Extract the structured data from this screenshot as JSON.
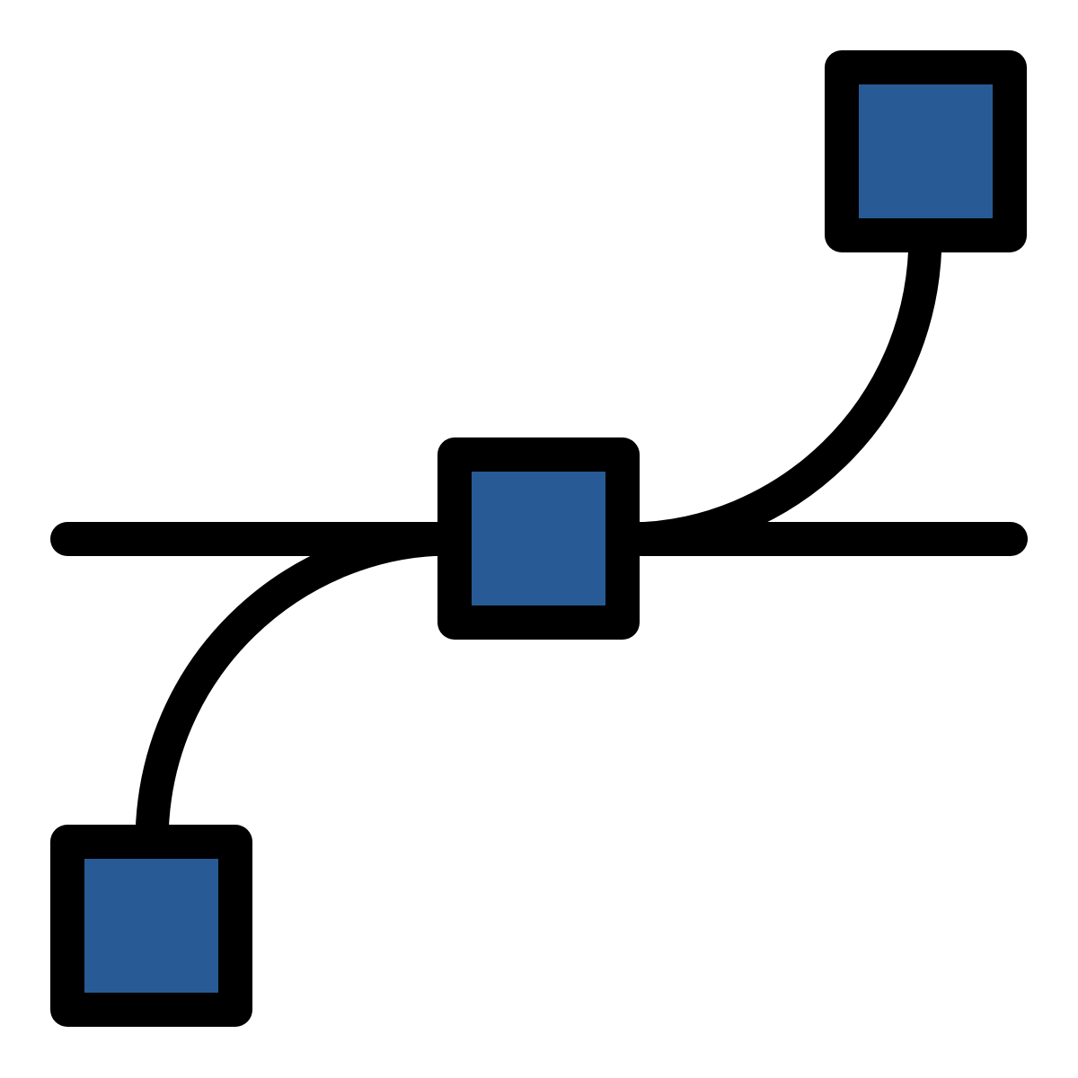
{
  "icon": {
    "name": "bezier-curve-icon",
    "colors": {
      "stroke": "#000000",
      "node_fill": "#285A96",
      "background": "#FFFFFF"
    },
    "nodes": [
      "anchor-top-right",
      "anchor-center",
      "anchor-bottom-left"
    ]
  }
}
